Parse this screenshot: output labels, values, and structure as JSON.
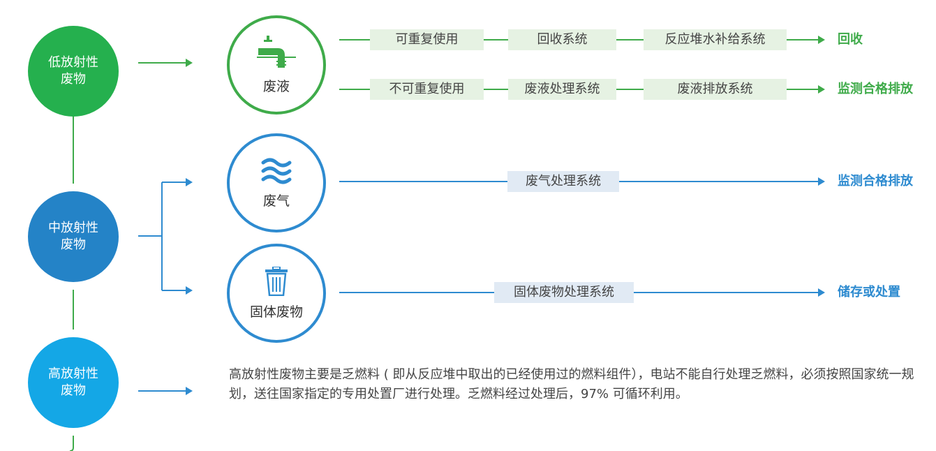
{
  "colors": {
    "low": "#25b04e",
    "mid": "#2483c7",
    "high": "#14a7e6",
    "green_line": "#3fab4a",
    "blue_line": "#2e8bd0"
  },
  "categories": {
    "low": {
      "line1": "低放射性",
      "line2": "废物"
    },
    "mid": {
      "line1": "中放射性",
      "line2": "废物"
    },
    "high": {
      "line1": "高放射性",
      "line2": "废物"
    }
  },
  "liquid": {
    "icon": "faucet-icon",
    "label": "废液",
    "row1": {
      "steps": [
        "可重复使用",
        "回收系统",
        "反应堆水补给系统"
      ],
      "result": "回收"
    },
    "row2": {
      "steps": [
        "不可重复使用",
        "废液处理系统",
        "废液排放系统"
      ],
      "result": "监测合格排放"
    }
  },
  "gas": {
    "icon": "wind-waves-icon",
    "label": "废气",
    "step": "废气处理系统",
    "result": "监测合格排放"
  },
  "solid": {
    "icon": "trash-bin-icon",
    "label": "固体废物",
    "step": "固体废物处理系统",
    "result": "储存或处置"
  },
  "high_description": "高放射性废物主要是乏燃料 ( 即从反应堆中取出的已经使用过的燃料组件），电站不能自行处理乏燃料，必须按照国家统一规划，送往国家指定的专用处置厂进行处理。乏燃料经过处理后，97% 可循环利用。"
}
